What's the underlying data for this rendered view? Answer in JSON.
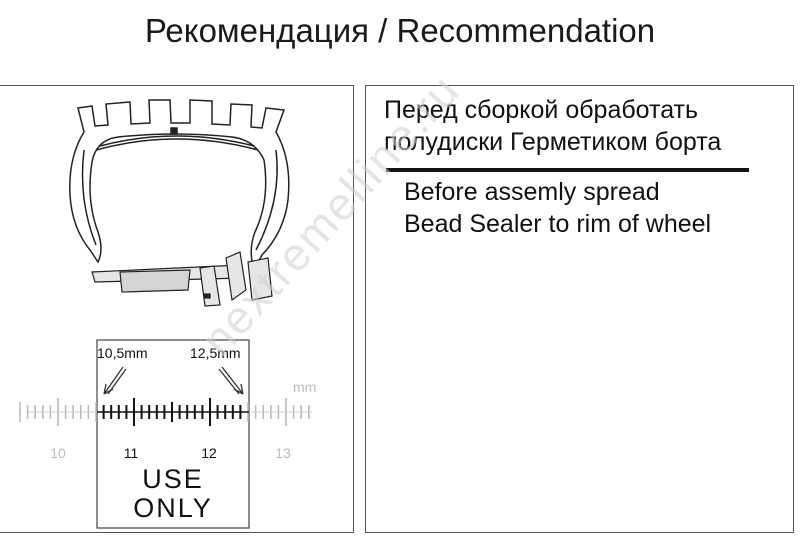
{
  "title": "Рекомендация / Recommendation",
  "left_panel": {
    "gauge": {
      "unit": "mm",
      "min_label": "10,5mm",
      "max_label": "12,5mm",
      "ticks": [
        "10",
        "11",
        "12",
        "13"
      ],
      "caption_line1": "USE",
      "caption_line2": "ONLY"
    }
  },
  "right_panel": {
    "ru_line1": "Перед сборкой обработать",
    "ru_line2": "полудиски Герметиком борта",
    "en_line1": "Before assemly spread",
    "en_line2": "Bead Sealer to rim of wheel"
  },
  "watermark": "nextremelline.ru"
}
